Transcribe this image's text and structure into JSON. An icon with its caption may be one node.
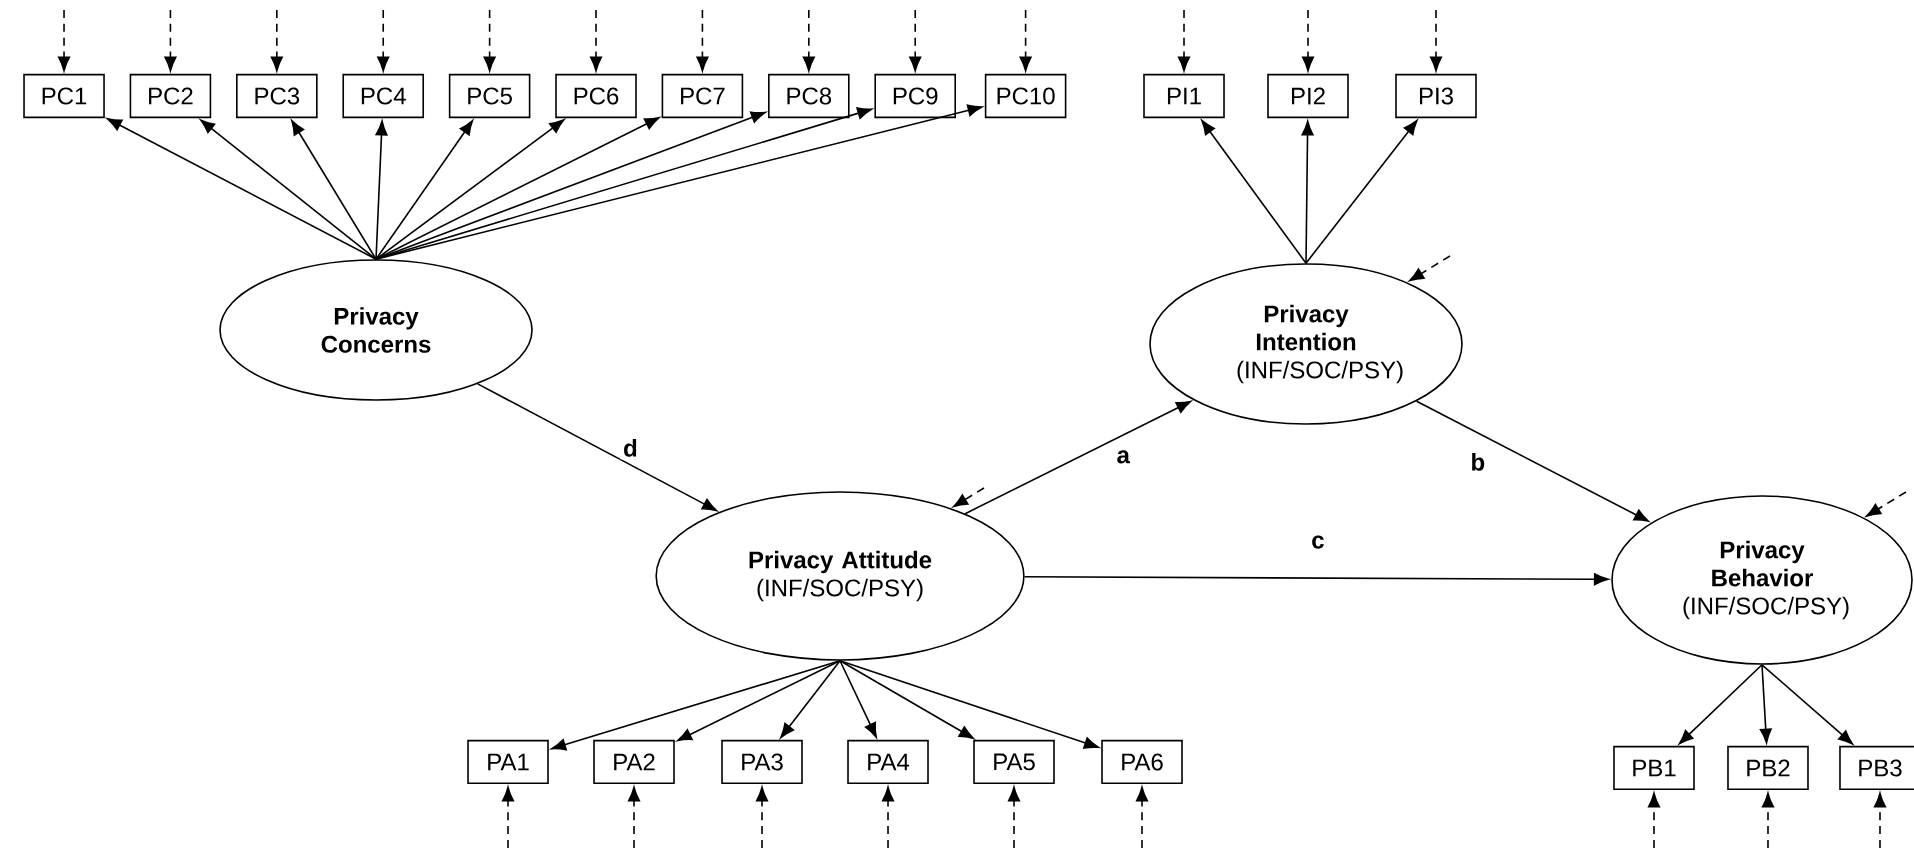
{
  "diagram": {
    "nodes": [
      {
        "text": [
          "PC1"
        ]
      },
      {
        "text": [
          "PC2"
        ]
      },
      {
        "text": [
          "PC3"
        ]
      },
      {
        "text": [
          "PC4"
        ]
      },
      {
        "text": [
          "PC5"
        ]
      },
      {
        "text": [
          "PC6"
        ]
      },
      {
        "text": [
          "PC7"
        ]
      },
      {
        "text": [
          "PC8"
        ]
      },
      {
        "text": [
          "PC9"
        ]
      },
      {
        "text": [
          "PC10"
        ]
      },
      {
        "text": [
          "PI1"
        ]
      },
      {
        "text": [
          "PI2"
        ]
      },
      {
        "text": [
          "PI3"
        ]
      },
      {
        "text": [
          "Privacy Concerns"
        ]
      },
      {
        "text": [
          "Privacy Intention",
          "(INF/SOC/PSY)"
        ]
      },
      {
        "text": [
          "Privacy Attitude",
          "(INF/SOC/PSY)"
        ]
      },
      {
        "text": [
          "Privacy Behavior",
          "(INF/SOC/PSY)"
        ]
      },
      {
        "text": [
          "PA1"
        ]
      },
      {
        "text": [
          "PA2"
        ]
      },
      {
        "text": [
          "PA3"
        ]
      },
      {
        "text": [
          "PA4"
        ]
      },
      {
        "text": [
          "PA5"
        ]
      },
      {
        "text": [
          "PA6"
        ]
      },
      {
        "text": [
          "PB1"
        ]
      },
      {
        "text": [
          "PB2"
        ]
      },
      {
        "text": [
          "PB3"
        ]
      }
    ],
    "edges": [
      {
        "from": 13,
        "to": 0,
        "arrow": "to"
      },
      {
        "from": 13,
        "to": 1,
        "arrow": "to"
      },
      {
        "from": 13,
        "to": 2,
        "arrow": "to"
      },
      {
        "from": 13,
        "to": 3,
        "arrow": "to"
      },
      {
        "from": 13,
        "to": 4,
        "arrow": "to"
      },
      {
        "from": 13,
        "to": 5,
        "arrow": "to"
      },
      {
        "from": 13,
        "to": 6,
        "arrow": "to"
      },
      {
        "from": 13,
        "to": 7,
        "arrow": "to"
      },
      {
        "from": 13,
        "to": 8,
        "arrow": "to"
      },
      {
        "from": 13,
        "to": 9,
        "arrow": "to"
      },
      {
        "from": 14,
        "to": 10,
        "arrow": "to"
      },
      {
        "from": 14,
        "to": 11,
        "arrow": "to"
      },
      {
        "from": 14,
        "to": 12,
        "arrow": "to"
      },
      {
        "from": 15,
        "to": 17,
        "arrow": "to"
      },
      {
        "from": 15,
        "to": 18,
        "arrow": "to"
      },
      {
        "from": 15,
        "to": 19,
        "arrow": "to"
      },
      {
        "from": 15,
        "to": 20,
        "arrow": "to"
      },
      {
        "from": 15,
        "to": 21,
        "arrow": "to"
      },
      {
        "from": 15,
        "to": 22,
        "arrow": "to"
      },
      {
        "from": 16,
        "to": 23,
        "arrow": "to"
      },
      {
        "from": 16,
        "to": 24,
        "arrow": "to"
      },
      {
        "from": 16,
        "to": 25,
        "arrow": "to"
      },
      {
        "from": 13,
        "to": 15,
        "arrow": "to",
        "label": "d"
      },
      {
        "from": 15,
        "to": 14,
        "arrow": "to",
        "label": "a"
      },
      {
        "from": 14,
        "to": 16,
        "arrow": "to",
        "label": "b"
      },
      {
        "from": 15,
        "to": 16,
        "arrow": "to",
        "label": "c"
      },
      {
        "from": null,
        "to": 0,
        "arrow": "to",
        "style": "dashed"
      },
      {
        "from": null,
        "to": 1,
        "arrow": "to",
        "style": "dashed"
      },
      {
        "from": null,
        "to": 2,
        "arrow": "to",
        "style": "dashed"
      },
      {
        "from": null,
        "to": 3,
        "arrow": "to",
        "style": "dashed"
      },
      {
        "from": null,
        "to": 4,
        "arrow": "to",
        "style": "dashed"
      },
      {
        "from": null,
        "to": 5,
        "arrow": "to",
        "style": "dashed"
      },
      {
        "from": null,
        "to": 6,
        "arrow": "to",
        "style": "dashed"
      },
      {
        "from": null,
        "to": 7,
        "arrow": "to",
        "style": "dashed"
      },
      {
        "from": null,
        "to": 8,
        "arrow": "to",
        "style": "dashed"
      },
      {
        "from": null,
        "to": 9,
        "arrow": "to",
        "style": "dashed"
      },
      {
        "from": null,
        "to": 10,
        "arrow": "to",
        "style": "dashed"
      },
      {
        "from": null,
        "to": 11,
        "arrow": "to",
        "style": "dashed"
      },
      {
        "from": null,
        "to": 12,
        "arrow": "to",
        "style": "dashed"
      },
      {
        "from": null,
        "to": 14,
        "arrow": "to",
        "style": "dashed"
      },
      {
        "from": null,
        "to": 15,
        "arrow": "to",
        "style": "dashed"
      },
      {
        "from": null,
        "to": 16,
        "arrow": "to",
        "style": "dashed"
      },
      {
        "from": null,
        "to": 17,
        "arrow": "to",
        "style": "dashed"
      },
      {
        "from": null,
        "to": 18,
        "arrow": "to",
        "style": "dashed"
      },
      {
        "from": null,
        "to": 19,
        "arrow": "to",
        "style": "dashed"
      },
      {
        "from": null,
        "to": 20,
        "arrow": "to",
        "style": "dashed"
      },
      {
        "from": null,
        "to": 21,
        "arrow": "to",
        "style": "dashed"
      },
      {
        "from": null,
        "to": 22,
        "arrow": "to",
        "style": "dashed"
      },
      {
        "from": null,
        "to": 23,
        "arrow": "to",
        "style": "dashed"
      },
      {
        "from": null,
        "to": 24,
        "arrow": "to",
        "style": "dashed"
      },
      {
        "from": null,
        "to": 25,
        "arrow": "to",
        "style": "dashed"
      }
    ]
  }
}
